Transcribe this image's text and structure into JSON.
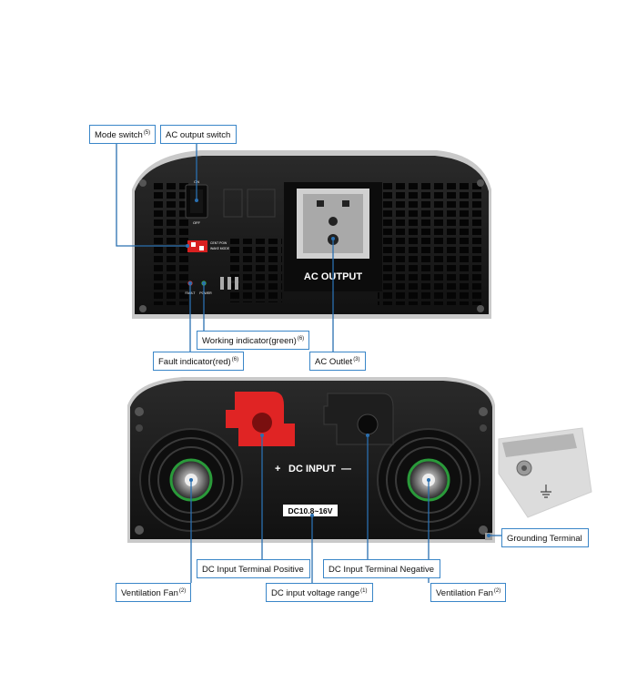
{
  "top_panel": {
    "switch_on": "ON",
    "switch_off": "OFF",
    "mode_switch_text_1": "CENT POW",
    "mode_switch_text_2": "WAKE MODE",
    "ac_output_label": "AC OUTPUT",
    "led_fault": "FAULT",
    "led_power": "POWER"
  },
  "bottom_panel": {
    "dc_input_label": "DC INPUT",
    "plus_sign": "+",
    "minus_sign": "—",
    "voltage_range": "DC10.8~16V"
  },
  "callouts": [
    {
      "id": "mode-switch",
      "label": "Mode switch",
      "ref": "(5)"
    },
    {
      "id": "ac-output-switch",
      "label": "AC output switch",
      "ref": ""
    },
    {
      "id": "working-indicator",
      "label": "Working indicator(green)",
      "ref": "(6)"
    },
    {
      "id": "fault-indicator",
      "label": "Fault indicator(red)",
      "ref": "(6)"
    },
    {
      "id": "ac-outlet",
      "label": "AC Outlet",
      "ref": "(3)"
    },
    {
      "id": "grounding-terminal",
      "label": "Grounding Terminal",
      "ref": ""
    },
    {
      "id": "dc-terminal-positive",
      "label": "DC Input Terminal Positive",
      "ref": ""
    },
    {
      "id": "dc-terminal-negative",
      "label": "DC Input Terminal Negative",
      "ref": ""
    },
    {
      "id": "ventilation-fan-left",
      "label": "Ventilation Fan",
      "ref": "(2)"
    },
    {
      "id": "dc-voltage-range",
      "label": "DC input voltage range",
      "ref": "(1)"
    },
    {
      "id": "ventilation-fan-right",
      "label": "Ventilation Fan",
      "ref": "(2)"
    }
  ],
  "colors": {
    "callout_border": "#3a86c8",
    "leader_line": "#2a6fb0",
    "panel_body": "#1b1b1b",
    "positive_terminal": "#e02424",
    "negative_terminal": "#222222"
  }
}
